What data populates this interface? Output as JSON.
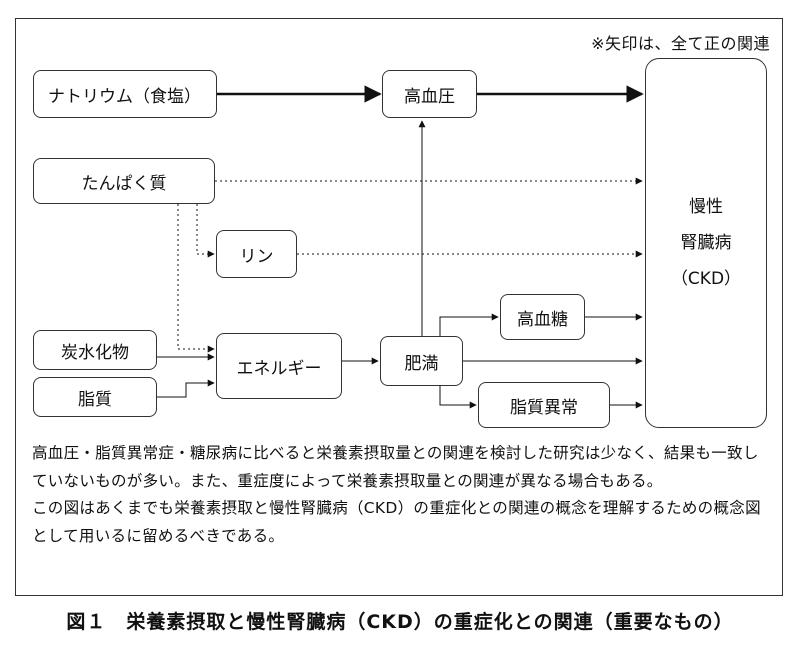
{
  "note": "※矢印は、全て正の関連",
  "nodes": {
    "sodium": "ナトリウム（食塩）",
    "hypertension": "高血圧",
    "protein": "たんぱく質",
    "phosphorus": "リン",
    "carbohydrate": "炭水化物",
    "lipid": "脂質",
    "energy": "エネルギー",
    "obesity": "肥満",
    "hyperglycemia": "高血糖",
    "dyslipidemia": "脂質異常",
    "ckd_line1": "慢性",
    "ckd_line2": "腎臓病",
    "ckd_line3": "（CKD）"
  },
  "description": {
    "para1": "高血圧・脂質異常症・糖尿病に比べると栄養素摂取量との関連を検討した研究は少なく、結果も一致していないものが多い。また、重症度によって栄養素摂取量との関連が異なる場合もある。",
    "para2": "この図はあくまでも栄養素摂取と慢性腎臓病（CKD）の重症化との関連の概念を理解するための概念図として用いるに留めるべきである。"
  },
  "caption": "図１　栄養素摂取と慢性腎臓病（CKD）の重症化との関連（重要なもの）"
}
